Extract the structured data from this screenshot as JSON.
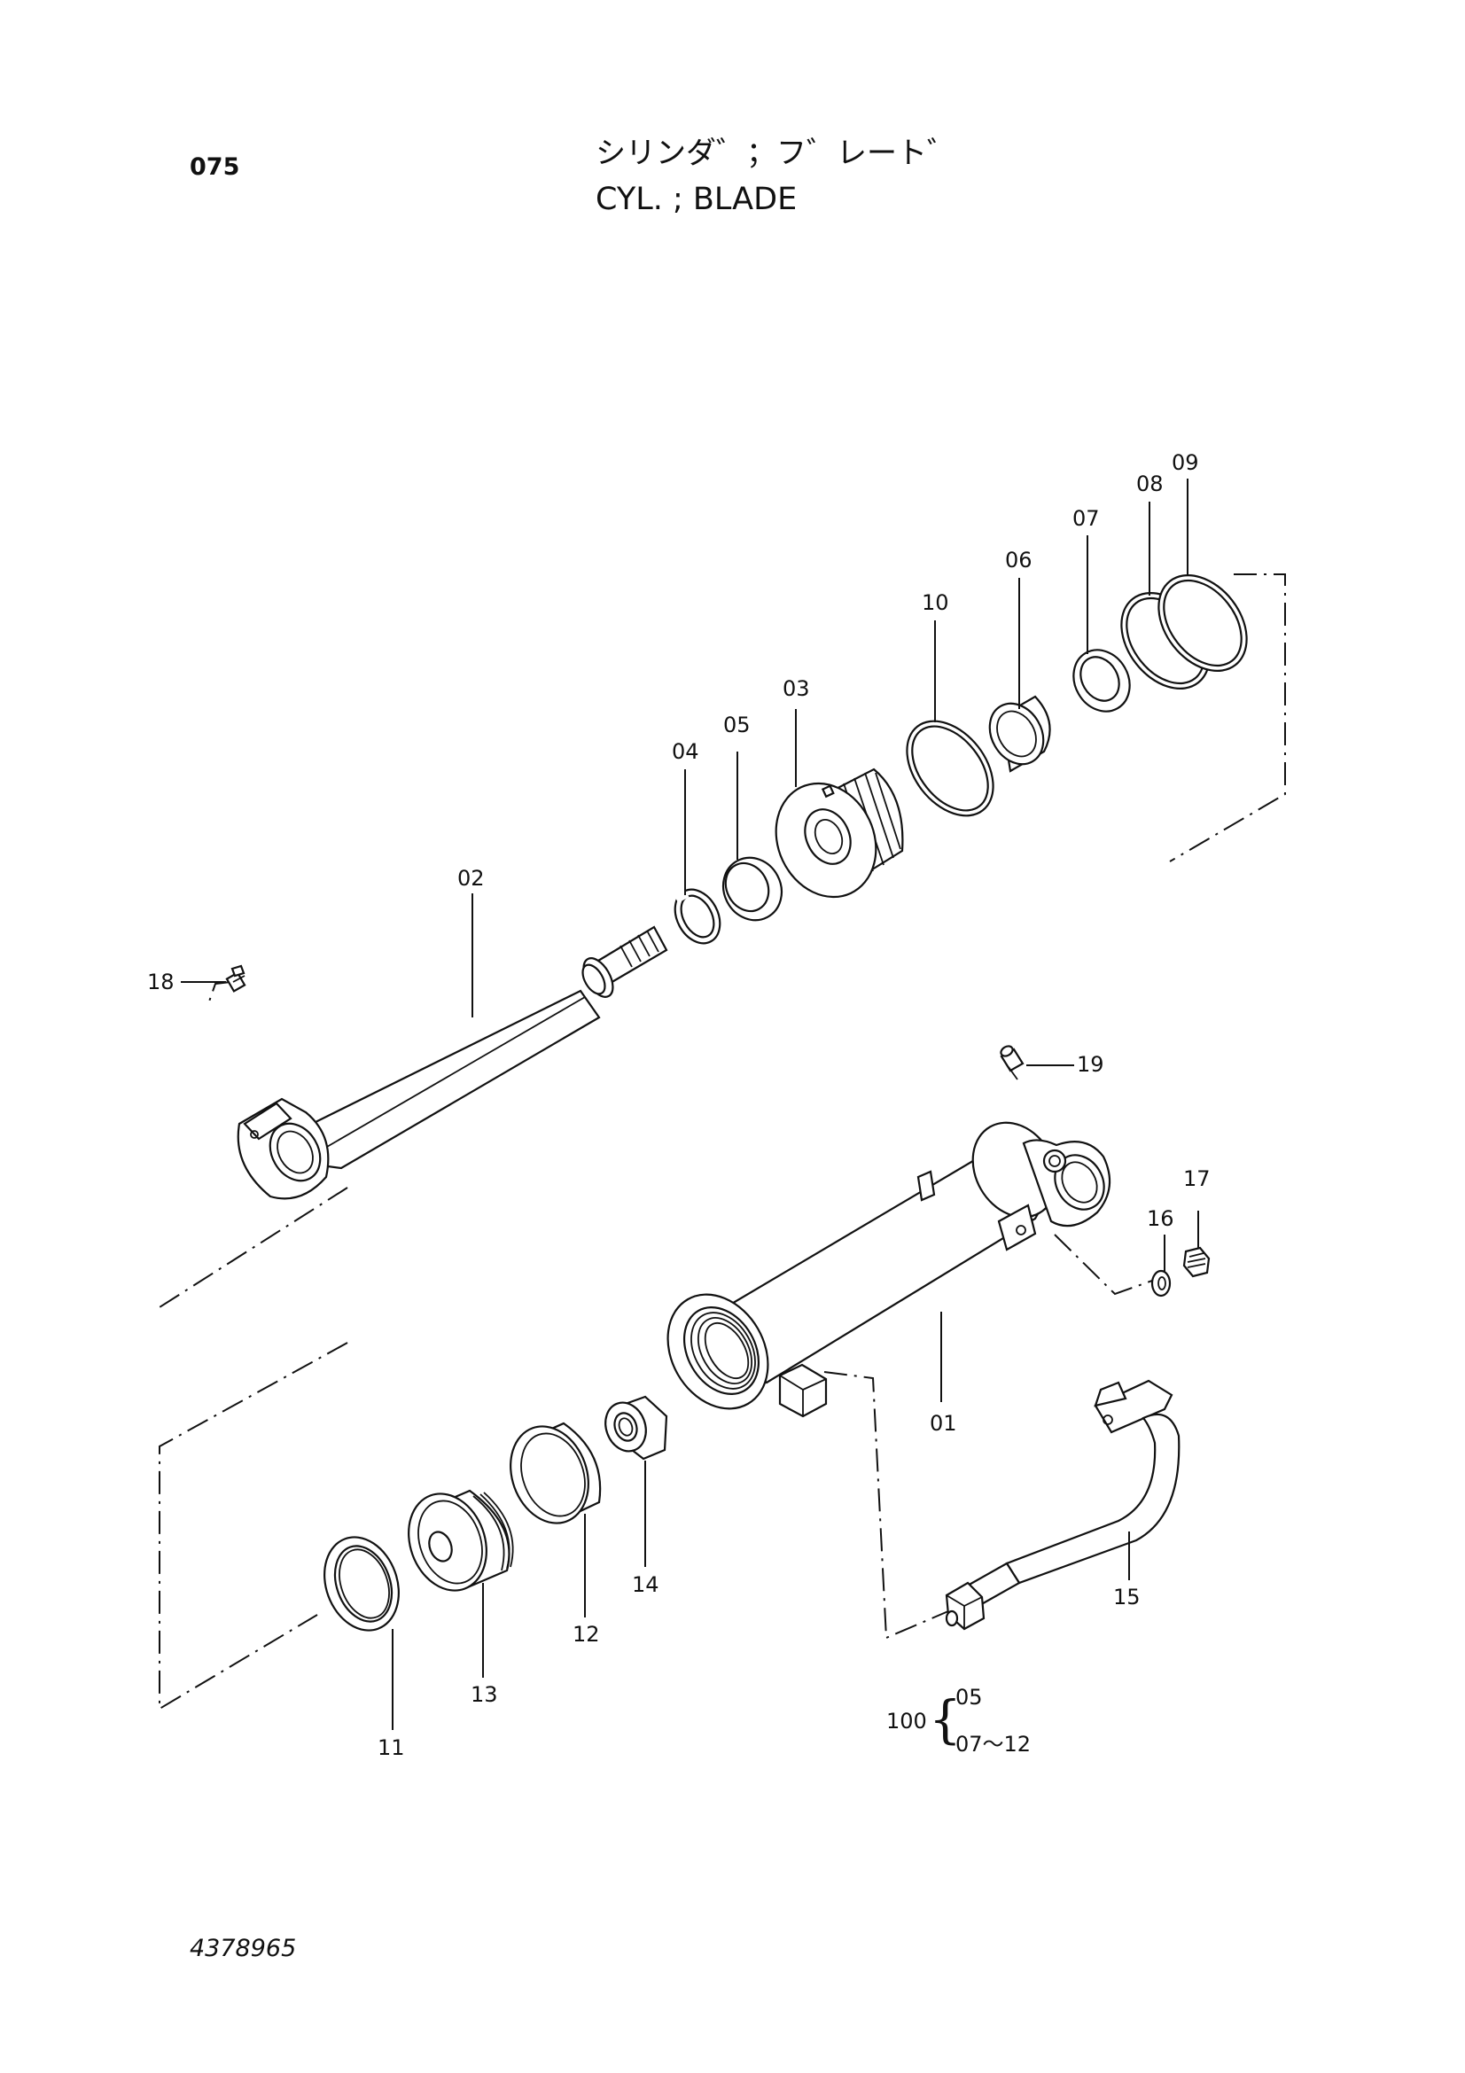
{
  "header": {
    "page_code": "075",
    "title_jp": "シリンダ゛；フ゛レート゛",
    "title_en": "CYL. ; BLADE"
  },
  "parts": [
    {
      "id": "01"
    },
    {
      "id": "02"
    },
    {
      "id": "03"
    },
    {
      "id": "04"
    },
    {
      "id": "05"
    },
    {
      "id": "06"
    },
    {
      "id": "07"
    },
    {
      "id": "08"
    },
    {
      "id": "09"
    },
    {
      "id": "10"
    },
    {
      "id": "11"
    },
    {
      "id": "12"
    },
    {
      "id": "13"
    },
    {
      "id": "14"
    },
    {
      "id": "15"
    },
    {
      "id": "16"
    },
    {
      "id": "17"
    },
    {
      "id": "18"
    },
    {
      "id": "19"
    }
  ],
  "kit": {
    "number": "100",
    "contents": [
      "05",
      "07～12"
    ]
  },
  "footer": {
    "drawing_number": "4378965"
  }
}
